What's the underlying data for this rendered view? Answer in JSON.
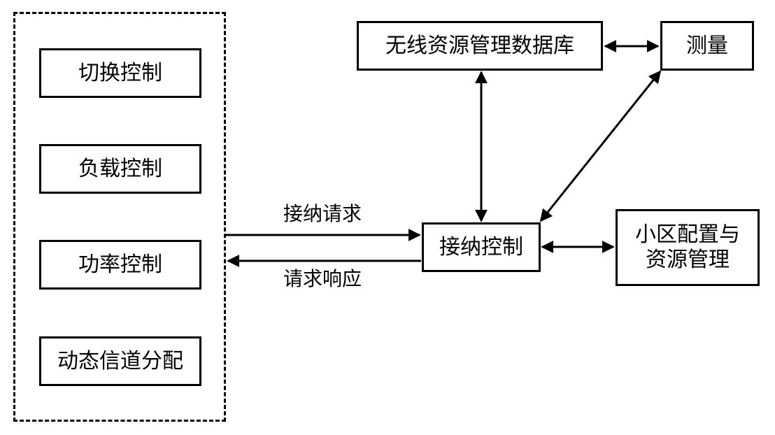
{
  "left_group": {
    "items": [
      {
        "label": "切换控制"
      },
      {
        "label": "负载控制"
      },
      {
        "label": "功率控制"
      },
      {
        "label": "动态信道分配"
      }
    ]
  },
  "nodes": {
    "database": {
      "label": "无线资源管理数据库"
    },
    "measurement": {
      "label": "测量"
    },
    "admission": {
      "label": "接纳控制"
    },
    "cell_config": {
      "line1": "小区配置与",
      "line2": "资源管理"
    }
  },
  "edges": {
    "request": {
      "label": "接纳请求"
    },
    "response": {
      "label": "请求响应"
    }
  }
}
